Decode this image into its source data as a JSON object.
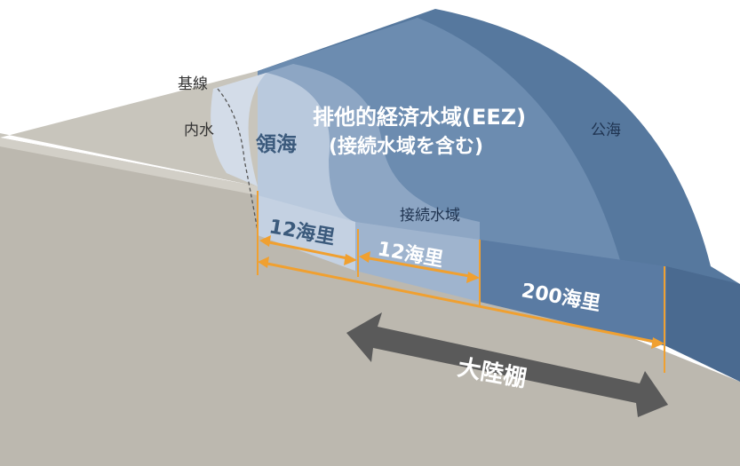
{
  "labels": {
    "baseline": "基線",
    "internal_waters": "内水",
    "territorial_sea": "領海",
    "eez_title": "排他的経済水域(EEZ)",
    "eez_subtitle": "(接続水域を含む)",
    "high_seas": "公海",
    "contiguous_zone": "接続水域",
    "continental_shelf": "大陸棚"
  },
  "distances": {
    "territorial": "12海里",
    "contiguous": "12海里",
    "eez": "200海里"
  },
  "colors": {
    "land_top": "#c8c5bc",
    "land_side": "#b8b4ab",
    "internal_water": "#c9d4e2",
    "territorial": "#b8c8dc",
    "contiguous": "#8ea6c2",
    "eez": "#6d8db0",
    "high_seas": "#56789e",
    "high_seas_side": "#4b6c92",
    "text_dark": "#3b5a7c",
    "text_light": "#ffffff",
    "orange": "#f0a030",
    "arrow_gray": "#5a5a5a"
  }
}
